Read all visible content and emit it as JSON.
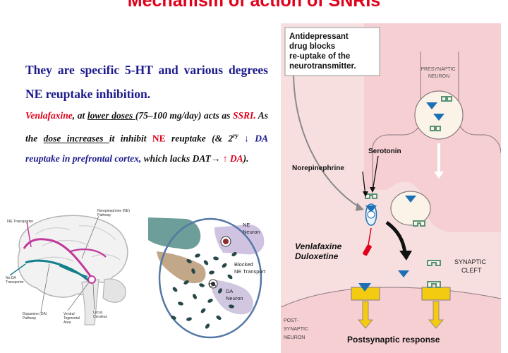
{
  "title": "Mechanism of action of SNRIs",
  "headline": "They are specific 5-HT and various degrees NE reuptake inhibition.",
  "body": {
    "venlafaxine": "Venlafaxine",
    "t1": ", at ",
    "lower_doses": "lower doses ",
    "t2": "(75–100 mg/day) acts as ",
    "ssri": "SSRI.",
    "t3": " As the ",
    "dose_increases": "dose increases ",
    "t4": "it inhibit ",
    "ne": "NE",
    "t5": " reuptake (& 2",
    "sup": "ry",
    "da_reuptake": " ↓ DA reuptake in prefrontal cortex,",
    "t6": " which lacks DAT→ ",
    "da_up": "↑ DA",
    "t7": ")."
  },
  "brain": {
    "ne_transporter": "NE Transporter",
    "ne_pathway": [
      "Norepinephrine (NE)",
      "Pathway"
    ],
    "no_da_transporter": [
      "No DA",
      "Transporter"
    ],
    "dopamine_pathway": [
      "Dopamine (DA)",
      "Pathway"
    ],
    "ventral_tegmental": [
      "Ventral",
      "Tegmental",
      "Area"
    ],
    "locus_ceruleus": [
      "Locus",
      "Ceruleus"
    ]
  },
  "synapse": {
    "ne_neuron": [
      "NE",
      "Neuron"
    ],
    "blocked": [
      "Blocked",
      "NE Transport"
    ],
    "da": "DA",
    "da_neuron": [
      "DA",
      "Neuron"
    ]
  },
  "mechanism": {
    "callout": [
      "Antidepressant",
      "drug blocks",
      "re-uptake of the",
      "neurotransmitter."
    ],
    "presynaptic": [
      "PRESYNAPTIC",
      "NEURON"
    ],
    "serotonin": "Serotonin",
    "norepinephrine": "Norepinephrine",
    "drugs": [
      "Venlafaxine",
      "Duloxetine"
    ],
    "synaptic_cleft": [
      "SYNAPTIC",
      "CLEFT"
    ],
    "postsynaptic_neuron": [
      "POST-",
      "SYNAPTIC",
      "NEURON"
    ],
    "response": "Postsynaptic response"
  },
  "colors": {
    "title": "#e0001b",
    "heading_blue": "#1c1a8c",
    "neuron_pink": "#f6cfd3",
    "serotonin_blue": "#1d6fb4",
    "ne_green": "#6fa98a",
    "receptor_yellow": "#f3cb11"
  }
}
